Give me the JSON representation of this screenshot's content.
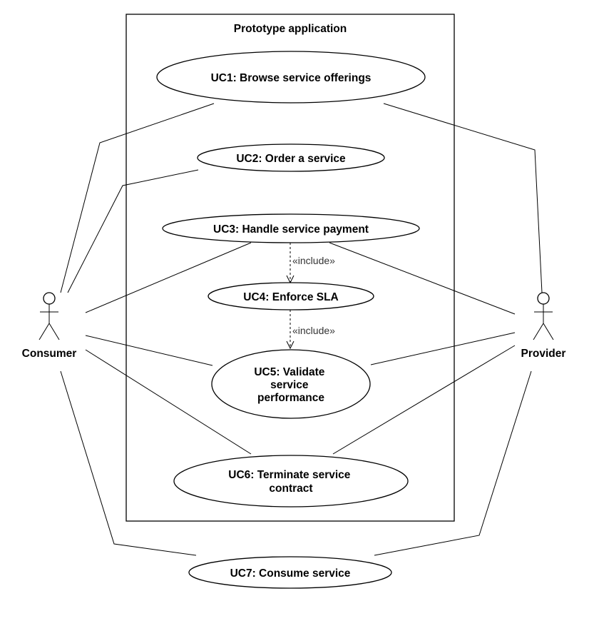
{
  "system": {
    "title": "Prototype application"
  },
  "actors": {
    "consumer": "Consumer",
    "provider": "Provider"
  },
  "use_cases": {
    "uc1": "UC1: Browse service offerings",
    "uc2": "UC2: Order a service",
    "uc3": "UC3: Handle service payment",
    "uc4": "UC4: Enforce SLA",
    "uc5": [
      "UC5: Validate",
      "service",
      "performance"
    ],
    "uc6": [
      "UC6: Terminate service",
      "contract"
    ],
    "uc7": "UC7: Consume service"
  },
  "relations": {
    "include_uc3_uc4": "«include»",
    "include_uc4_uc5": "«include»"
  },
  "colors": {
    "stroke": "#000000",
    "fill": "#ffffff",
    "stereotype_text": "#333333"
  }
}
